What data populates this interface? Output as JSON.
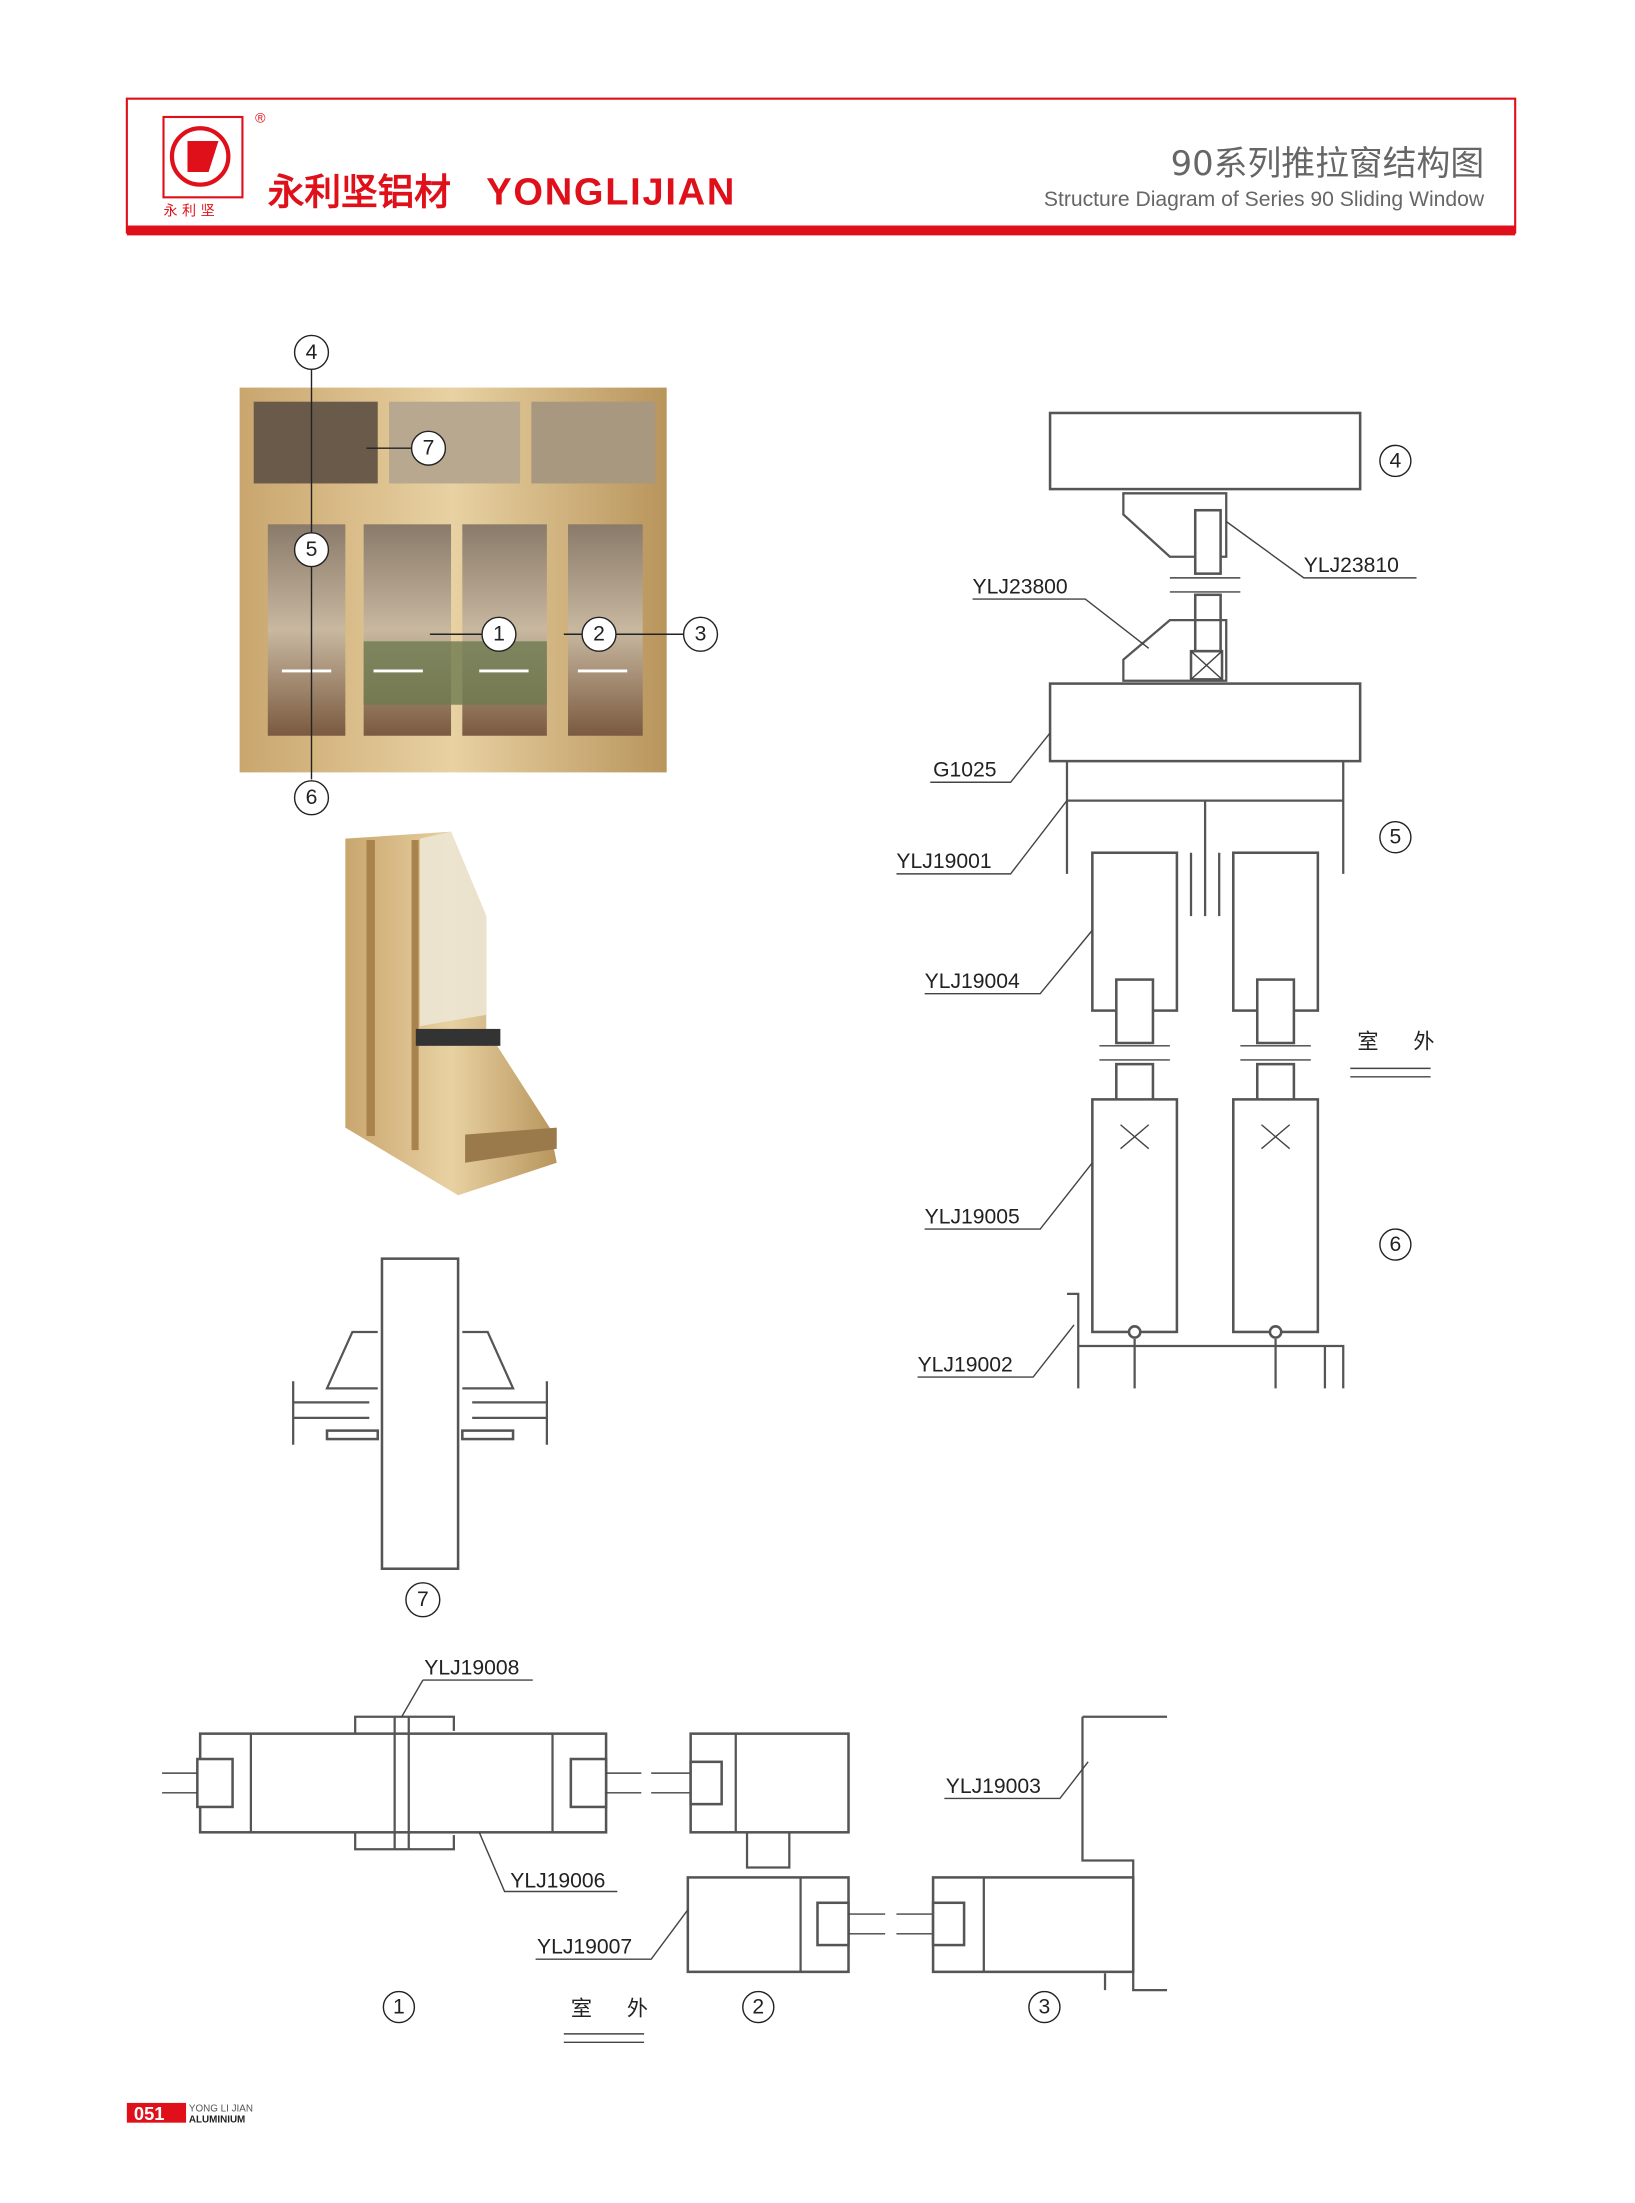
{
  "header": {
    "brand_cn": "永利坚铝材",
    "brand_en": "YONGLIJIAN",
    "logo_text": "永 利 坚",
    "registered": "®",
    "title_cn": "90系列推拉窗结构图",
    "title_en": "Structure Diagram of Series 90 Sliding Window",
    "accent_color": "#e0101a"
  },
  "photo_callouts": [
    "4",
    "7",
    "5",
    "1",
    "2",
    "3",
    "6"
  ],
  "right_diagram": {
    "callouts": [
      "4",
      "5",
      "6"
    ],
    "labels": [
      "YLJ23810",
      "YLJ23800",
      "G1025",
      "YLJ19001",
      "YLJ19004",
      "YLJ19005",
      "YLJ19002"
    ],
    "outside": "室 外"
  },
  "mullion_diagram": {
    "callout": "7"
  },
  "bottom_diagram": {
    "labels": [
      "YLJ19008",
      "YLJ19006",
      "YLJ19007",
      "YLJ19003"
    ],
    "callouts": [
      "1",
      "2",
      "3"
    ],
    "outside": "室 外"
  },
  "footer": {
    "page": "051",
    "line1": "YONG LI JIAN",
    "line2": "ALUMINIUM"
  }
}
